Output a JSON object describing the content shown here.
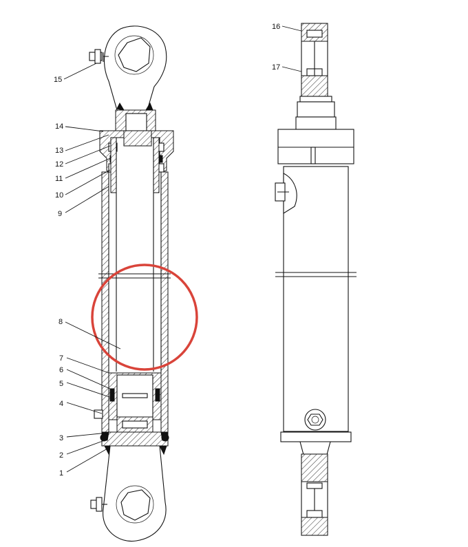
{
  "callouts": {
    "c1": "1",
    "c2": "2",
    "c3": "3",
    "c4": "4",
    "c5": "5",
    "c6": "6",
    "c7": "7",
    "c8": "8",
    "c9": "9",
    "c10": "10",
    "c11": "11",
    "c12": "12",
    "c13": "13",
    "c14": "14",
    "c15": "15",
    "c16": "16",
    "c17": "17"
  },
  "colors": {
    "line": "#111111",
    "highlight_circle": "#d9443a",
    "background": "#ffffff"
  }
}
